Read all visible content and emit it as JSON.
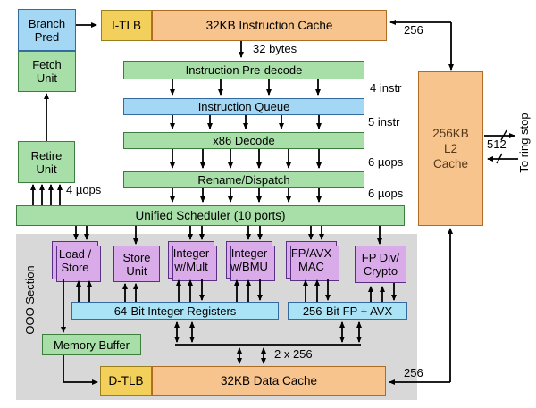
{
  "colors": {
    "box_orange": "#f8c48d",
    "box_yellow": "#f3d05c",
    "box_green": "#a8dfa8",
    "box_blue": "#a4d7f4",
    "box_cyan": "#a9e3f5",
    "box_purple": "#d9ace9",
    "ooo_panel_gray": "#d8d8d8",
    "arrow_black": "#000000",
    "l2_text_brown": "#53381c"
  },
  "boxes": {
    "branch_pred": "Branch\nPred",
    "fetch_unit": "Fetch\nUnit",
    "retire_unit": "Retire\nUnit",
    "i_tlb": "I-TLB",
    "i_cache": "32KB Instruction Cache",
    "predecode": "Instruction Pre-decode",
    "i_queue": "Instruction Queue",
    "x86_decode": "x86 Decode",
    "rename_dispatch": "Rename/Dispatch",
    "scheduler": "Unified Scheduler (10 ports)",
    "l2_cache": "256KB\nL2\nCache",
    "load_store": "Load /\nStore",
    "store_unit": "Store\nUnit",
    "int_mult": "Integer\nw/Mult",
    "int_bmu": "Integer\nw/BMU",
    "fp_mac": "FP/AVX\nMAC",
    "fp_div": "FP Div/\nCrypto",
    "int_regs": "64-Bit Integer Registers",
    "fp_regs": "256-Bit FP + AVX",
    "mem_buffer": "Memory Buffer",
    "d_tlb": "D-TLB",
    "d_cache": "32KB Data Cache"
  },
  "labels": {
    "bytes32": "32 bytes",
    "bus256_top": "256",
    "instr4": "4 instr",
    "instr5": "5 instr",
    "uops6_a": "6 µops",
    "uops6_b": "6 µops",
    "uops4": "4 µops",
    "bus2x256": "2 x 256",
    "bus256_bottom": "256",
    "bus512": "512",
    "ring_stop": "To ring stop",
    "ooo_section": "OOO Section"
  }
}
